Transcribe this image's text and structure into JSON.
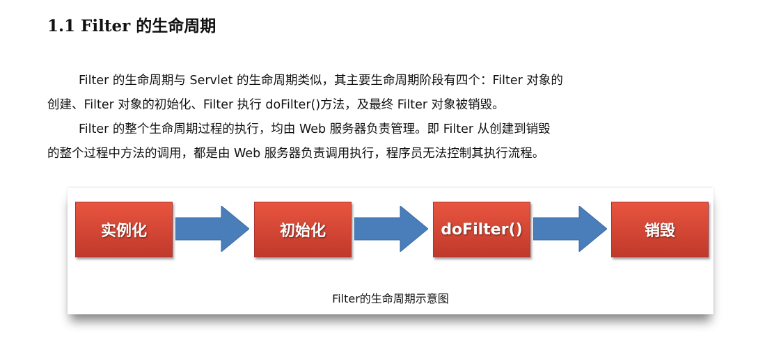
{
  "heading": "1.1 Filter 的生命周期",
  "paragraphs": [
    "Filter 的生命周期与 Servlet 的生命周期类似，其主要生命周期阶段有四个：Filter 对象的",
    "创建、Filter 对象的初始化、Filter 执行 doFilter()方法，及最终 Filter 对象被销毁。",
    "Filter 的整个生命周期过程的执行，均由 Web 服务器负责管理。即 Filter 从创建到销毁",
    "的整个过程中方法的调用，都是由 Web 服务器负责调用执行，程序员无法控制其执行流程。"
  ],
  "figure": {
    "steps": [
      "实例化",
      "初始化",
      "doFilter()",
      "销毁"
    ],
    "caption": "Filter的生命周期示意图",
    "box_color": "#d9412f",
    "arrow_color": "#4a7ebb"
  }
}
